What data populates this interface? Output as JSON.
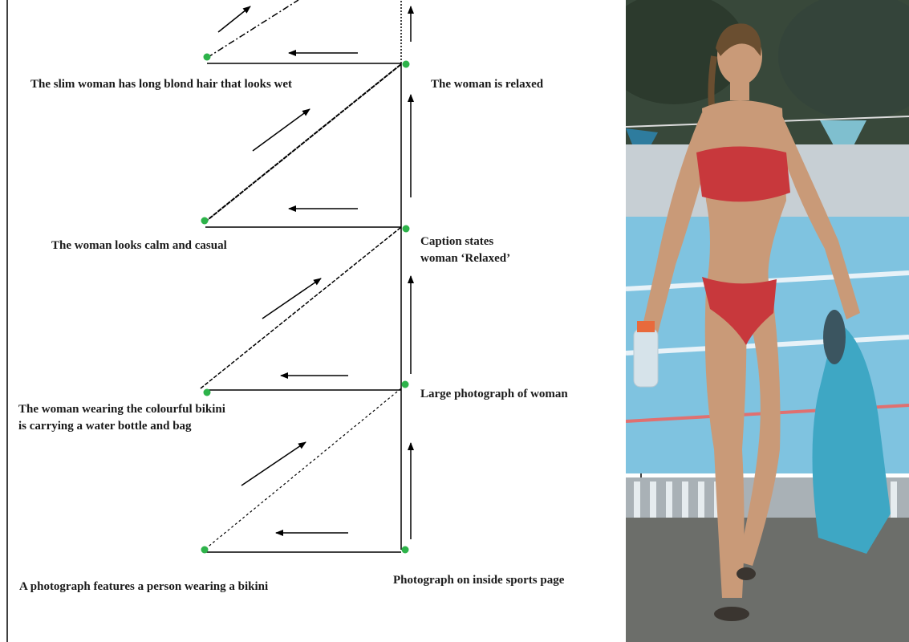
{
  "diagram": {
    "labels": {
      "top_left": "The slim woman has long blond hair that looks wet",
      "top_right": "The woman is relaxed",
      "mid_left": "The woman looks calm and casual",
      "mid_right_line1": "Caption states",
      "mid_right_line2": "woman ‘Relaxed’",
      "low_left_line1": "The woman wearing the colourful  bikini",
      "low_left_line2": "is carrying a water bottle and bag",
      "low_right": "Large photograph of woman",
      "bottom_left": "A photograph features a person wearing a bikini",
      "bottom_right": "Photograph on inside sports page"
    },
    "node_color": "#2db34a",
    "line_color": "#000000"
  },
  "photo": {
    "bikini_color": "#c8383c",
    "bag_color": "#3ea7c4",
    "pool_color": "#7fc3e0",
    "sky_color": "#38483a"
  }
}
